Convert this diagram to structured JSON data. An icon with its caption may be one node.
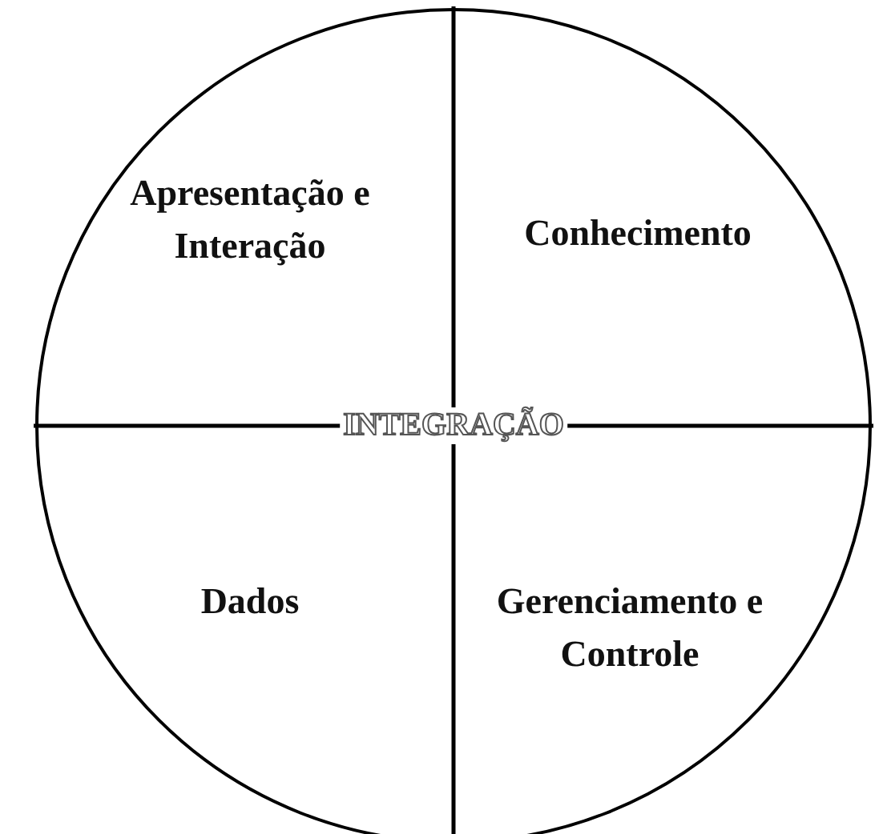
{
  "diagram": {
    "nodes": [
      {
        "text": [
          "INTEGRAÇÃO"
        ]
      },
      {
        "text": [
          "Apresentação e Interação"
        ],
        "in": 0
      },
      {
        "text": [
          "Conhecimento"
        ],
        "in": 0
      },
      {
        "text": [
          "Dados"
        ],
        "in": 0
      },
      {
        "text": [
          "Gerenciamento e Controle"
        ],
        "in": 0
      }
    ]
  }
}
